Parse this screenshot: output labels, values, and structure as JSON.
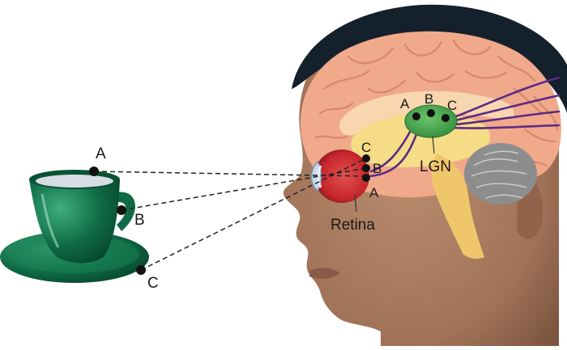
{
  "cup_points": [
    {
      "label": "A"
    },
    {
      "label": "B"
    },
    {
      "label": "C"
    }
  ],
  "retina_points": [
    {
      "label": "C"
    },
    {
      "label": "B"
    },
    {
      "label": "A"
    }
  ],
  "lgn_points": [
    {
      "label": "A"
    },
    {
      "label": "B"
    },
    {
      "label": "C"
    }
  ],
  "labels": {
    "retina": "Retina",
    "lgn": "LGN"
  },
  "colors": {
    "hair": "#14202b",
    "skin": "#a97b5e",
    "skin_shadow": "#7d5640",
    "brain": "#f0a98a",
    "brain_fold": "#d9876a",
    "thalamus": "#f6dc86",
    "brainstem": "#f0c66a",
    "lgn": "#3fa54a",
    "eye": "#c8272d",
    "optic_fiber": "#5b2a86",
    "cup": "#0f6b45",
    "cerebellum": "#8d8d8d"
  }
}
